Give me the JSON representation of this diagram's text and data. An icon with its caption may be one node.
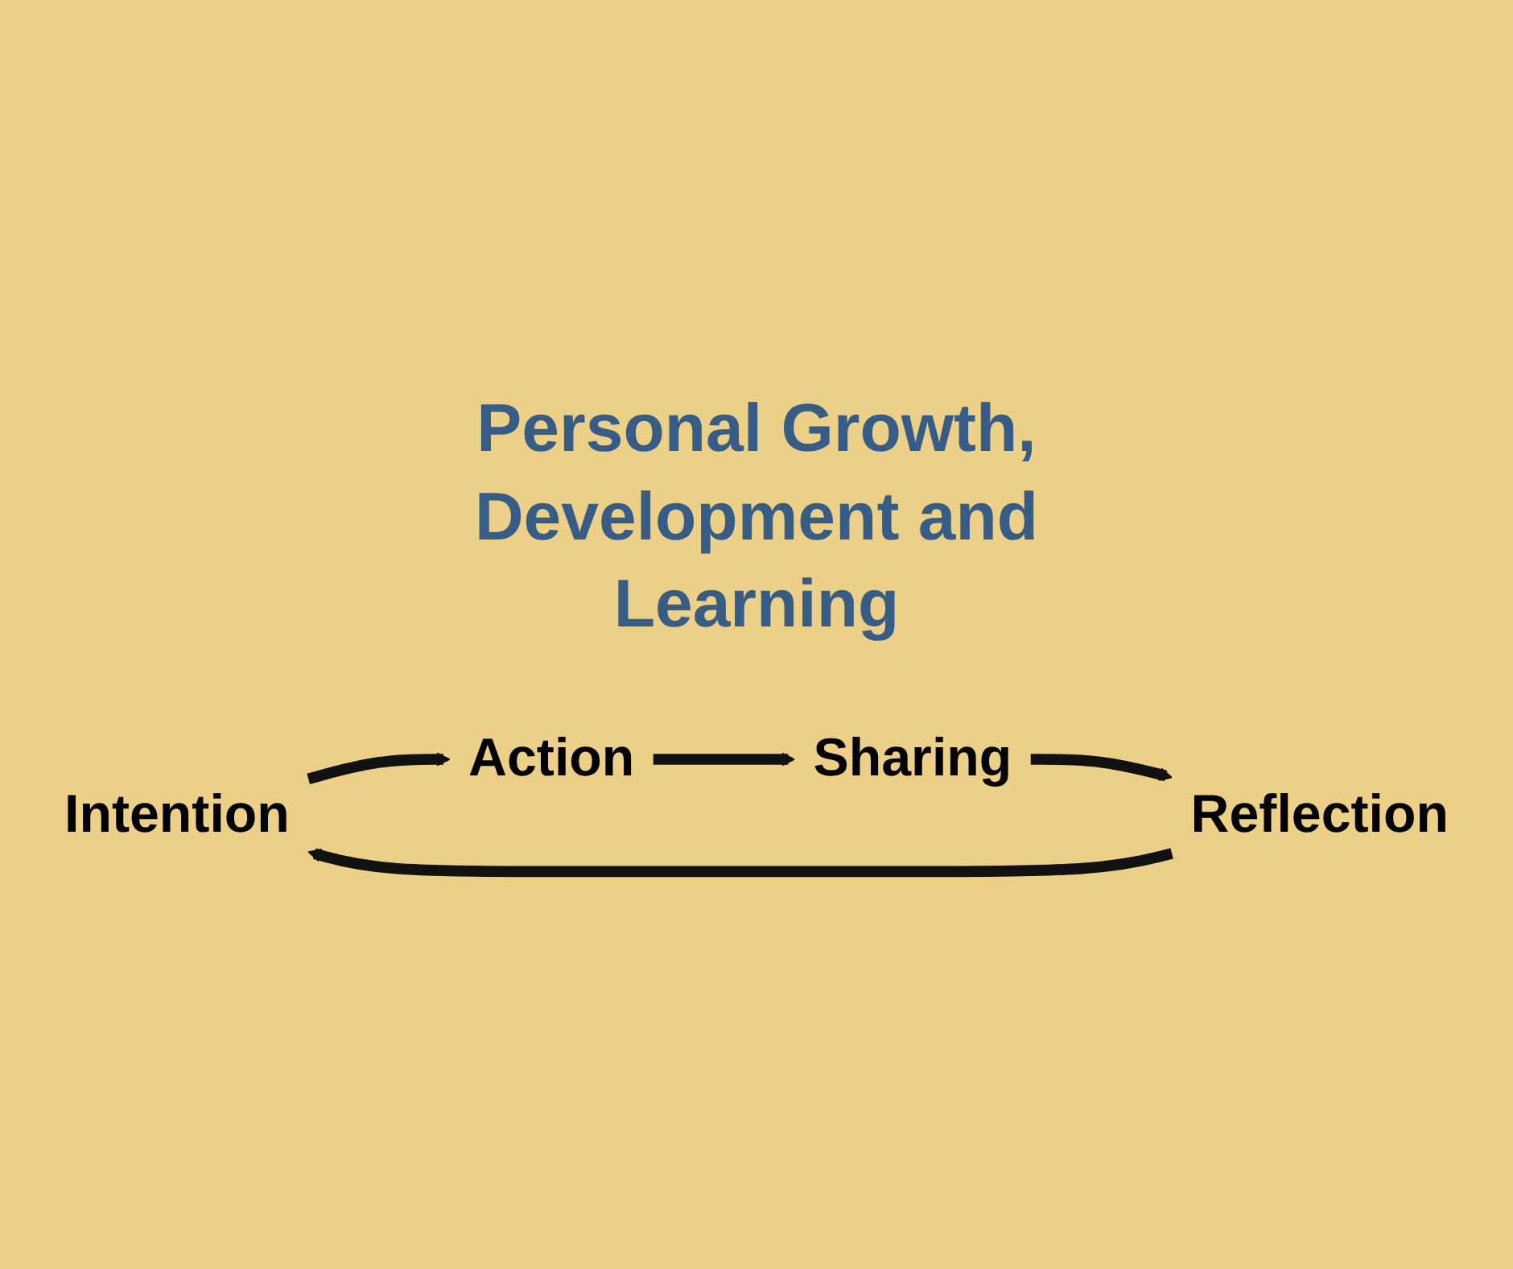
{
  "diagram": {
    "nodes": [
      {
        "text": [
          "Intention"
        ]
      },
      {
        "text": [
          "Action"
        ]
      },
      {
        "text": [
          "Sharing"
        ]
      },
      {
        "text": [
          "Reflection"
        ]
      }
    ],
    "edges": [
      {
        "from": 0,
        "to": 1,
        "arrow": "to"
      },
      {
        "from": 1,
        "to": 2,
        "arrow": "to"
      },
      {
        "from": 2,
        "to": 3,
        "arrow": "to"
      },
      {
        "from": 3,
        "to": 0,
        "arrow": "to"
      }
    ],
    "labels": [
      "Personal Growth, Development and Learning"
    ]
  }
}
